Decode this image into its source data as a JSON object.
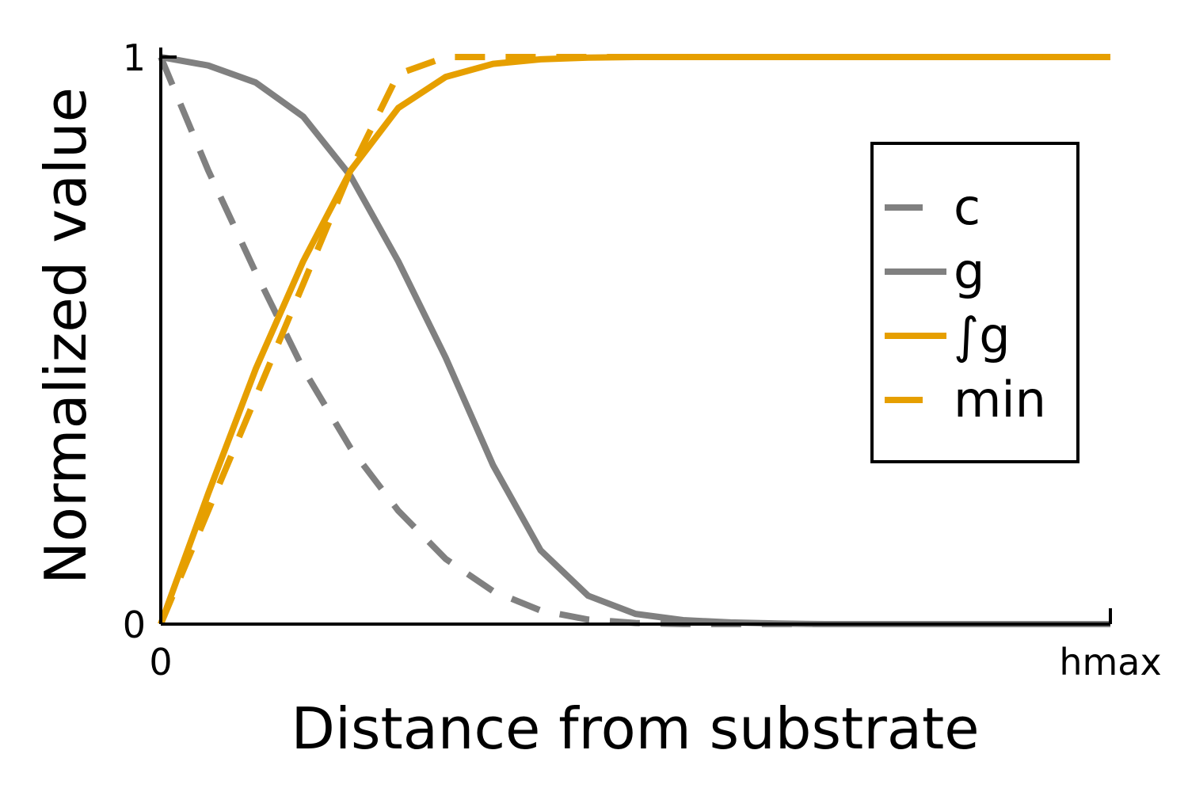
{
  "chart_data": {
    "type": "line",
    "title": "",
    "xlabel": "Distance from substrate",
    "ylabel": "Normalized value",
    "xlim": [
      0,
      1
    ],
    "ylim": [
      0,
      1
    ],
    "x_ticks": [
      {
        "value": 0,
        "label": "0"
      },
      {
        "value": 1,
        "label": "hmax"
      }
    ],
    "y_ticks": [
      {
        "value": 0,
        "label": "0"
      },
      {
        "value": 1,
        "label": "1"
      }
    ],
    "grid": false,
    "legend_position": "right",
    "x": [
      0,
      0.05,
      0.1,
      0.15,
      0.2,
      0.25,
      0.3,
      0.35,
      0.4,
      0.45,
      0.5,
      0.55,
      0.6,
      0.65,
      0.7,
      0.75,
      0.8,
      0.85,
      0.9,
      0.95,
      1
    ],
    "series": [
      {
        "name": "c",
        "color": "#808080",
        "style": "dashed",
        "values": [
          1.0,
          0.8,
          0.62,
          0.45,
          0.31,
          0.2,
          0.115,
          0.058,
          0.024,
          0.008,
          0.002,
          0,
          0,
          0,
          0,
          0,
          0,
          0,
          0,
          0,
          0
        ]
      },
      {
        "name": "g",
        "color": "#808080",
        "style": "solid",
        "values": [
          1.0,
          0.985,
          0.955,
          0.895,
          0.79,
          0.64,
          0.47,
          0.28,
          0.13,
          0.05,
          0.018,
          0.007,
          0.003,
          0.001,
          0,
          0,
          0,
          0,
          0,
          0,
          0
        ]
      },
      {
        "name": "∫g",
        "color": "#E69F00",
        "style": "solid",
        "values": [
          0,
          0.23,
          0.45,
          0.64,
          0.8,
          0.91,
          0.965,
          0.988,
          0.996,
          0.999,
          1.0,
          1.0,
          1.0,
          1.0,
          1.0,
          1.0,
          1.0,
          1.0,
          1.0,
          1.0,
          1.0
        ]
      },
      {
        "name": "min",
        "color": "#E69F00",
        "style": "dashed",
        "values": [
          0,
          0.2,
          0.4,
          0.6,
          0.8,
          0.97,
          1.0,
          1.0,
          1.0,
          1.0,
          1.0,
          1.0,
          1.0,
          1.0,
          1.0,
          1.0,
          1.0,
          1.0,
          1.0,
          1.0,
          1.0
        ]
      }
    ]
  }
}
